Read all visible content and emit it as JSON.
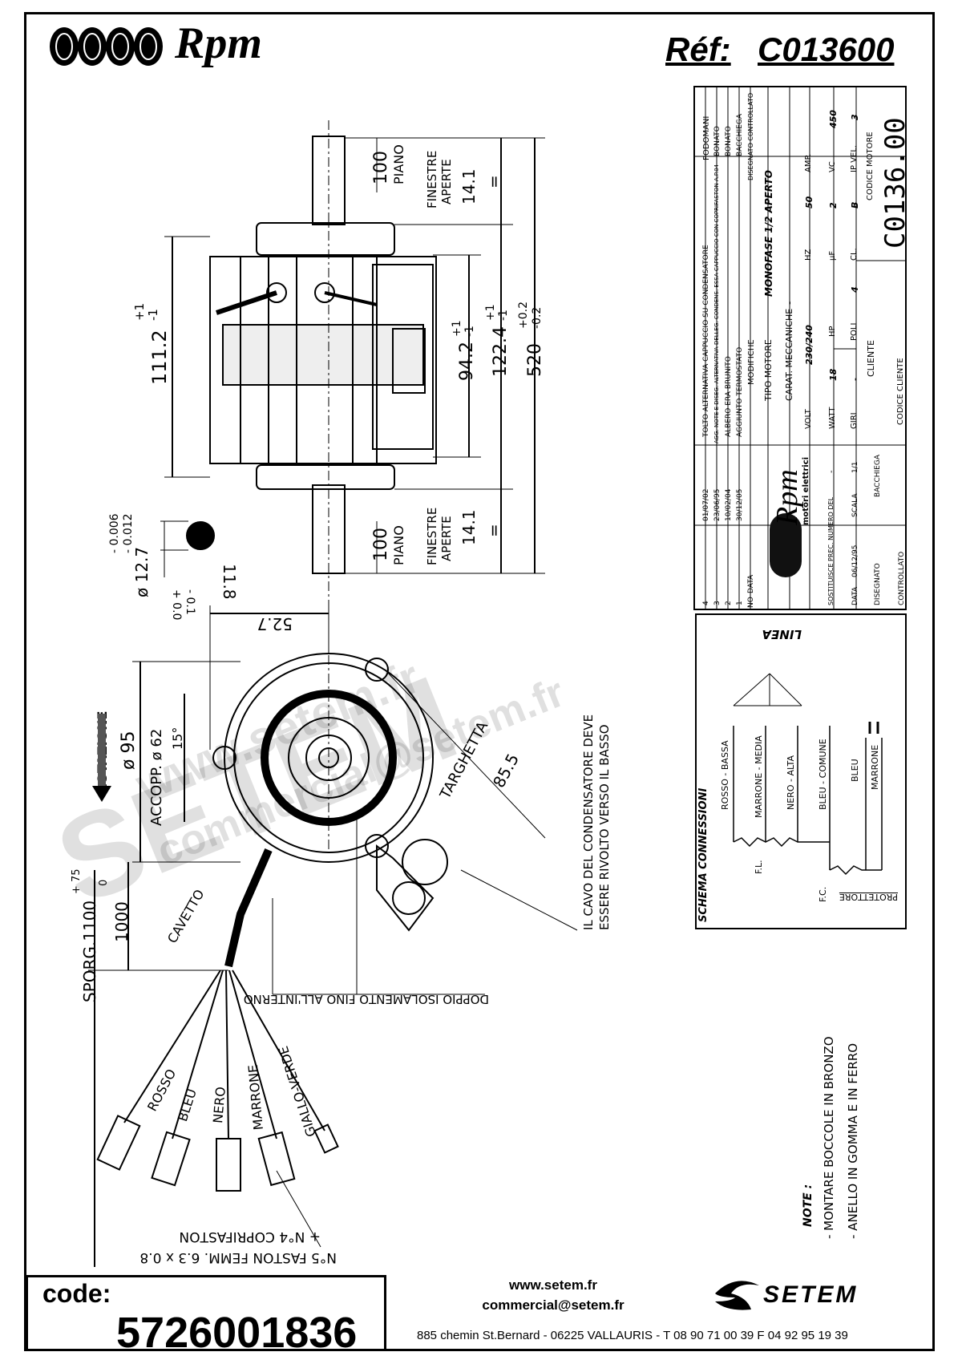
{
  "header": {
    "brand": "Rpm",
    "ref_label": "Réf:",
    "ref_value": "C013600"
  },
  "drawing": {
    "dims": {
      "shaft_len_top": "100",
      "shaft_len_bottom": "100",
      "piano": "PIANO",
      "finestre": "FINESTRE",
      "aperte": "APERTE",
      "d14_top": "14.1",
      "d14_bottom": "14.1",
      "eq": "=",
      "d111": "111.2",
      "d111_tol_plus": "+1",
      "d111_tol_minus": "-1",
      "d94": "94.2",
      "d94_tol_plus": "+1",
      "d94_tol_minus": "-1",
      "d122": "122.4",
      "d122_tol_plus": "+1",
      "d122_tol_minus": "-1",
      "d520": "520",
      "d520_tol_plus": "+0.2",
      "d520_tol_minus": "-0.2",
      "shaft_dia": "ø 12.7",
      "shaft_tol_a": "- 0.006",
      "shaft_tol_b": "- 0.012",
      "flat": "11.8",
      "flat_tol_a": "- 0.1",
      "flat_tol_b": "+ 0.0",
      "d527": "52.7",
      "d95": "ø 95",
      "d62": "ACCOPP. ø 62",
      "angle": "15°",
      "d855": "85.5",
      "rotazione": "ROTAZIONE",
      "targhetta": "TARGHETTA",
      "cavo_note_1": "IL CAVO DEL CONDENSATORE DEVE",
      "cavo_note_2": "ESSERE RIVOLTO VERSO IL BASSO",
      "cavetto": "CAVETTO",
      "d1000": "1000",
      "sporg": "SPORG.1100",
      "sporg_tol_plus": "+ 75",
      "sporg_tol_minus": "0",
      "doppio": "DOPPIO ISOLAMENTO FINO ALL'INTERNO",
      "wires": [
        "ROSSO",
        "BLEU",
        "NERO",
        "MARRONE",
        "GIALLO-VERDE"
      ],
      "faston_1": "+ N°4 COPRIFASTON",
      "faston_2": "N°5 FASTON FEMM. 6.3 x 0.8"
    },
    "watermark": [
      "www.setem.fr",
      "SETEM",
      "commercial@setem.fr"
    ]
  },
  "title_block": {
    "revisions": [
      {
        "no": "4",
        "date": "01/07/02",
        "text": "TOLTO ALTERNATIVA CAPPUCCIO SU CONDENSATORE",
        "by": "PODOMANI"
      },
      {
        "no": "3",
        "date": "23/06/95",
        "text": "AGG. NOTE E DISEG. ALTERNATIVA DELLEG. CONDENS. ESSA CAPPUCCIO CON COPRIFASTON A.P.04",
        "by": "BONATO"
      },
      {
        "no": "2",
        "date": "10/02/04",
        "text": "ALBERO ERA BRUNITO",
        "by": "BONATO"
      },
      {
        "no": "1",
        "date": "30/12/05",
        "text": "AGGIUNTO TERMOSTATO",
        "by": "BACCHIEGA"
      },
      {
        "no": "NO",
        "date": "DATA",
        "text": "MODIFICHE",
        "by": "DISEGNATO CONTROLLATO"
      }
    ],
    "tipo_motore_label": "TIPO MOTORE",
    "tipo_motore": "MONOFASE 1/2 APERTO",
    "carat_label": "CARAT. MECCANICHE",
    "carat_value": "-",
    "volt_label": "VOLT",
    "volt": "230/240",
    "hz_label": "HZ",
    "hz": "50",
    "amp_label": "AMP.",
    "amp": "-",
    "watt_label": "WATT",
    "watt": "18",
    "hp_label": "HP",
    "hp": "-",
    "uf_label": "µF",
    "uf": "2",
    "vc_label": "VC",
    "vc": "450",
    "giri_label": "GIRI",
    "giri": "-",
    "poli_label": "POLI",
    "poli": "4",
    "cl_label": "CL.",
    "cl": "B",
    "ip_label": "IP VEL.",
    "ip": "3",
    "cliente_label": "CLIENTE",
    "codice_motore_label": "CODICE MOTORE",
    "codice_motore": "C0136.00",
    "codice_cliente_label": "CODICE CLIENTE",
    "logo_text": "Rpm",
    "logo_sub": "motori elettrici",
    "sostituisce_label": "SOSTITUISCE PREC. NUMERO DEL",
    "sostituisce": "-",
    "data_label": "DATA",
    "data": "06/12/95",
    "scala_label": "SCALA",
    "scala": "1/1",
    "disegnato_label": "DISEGNATO",
    "disegnato": "BACCHIEGA",
    "controllato_label": "CONTROLLATO"
  },
  "schema": {
    "title": "SCHEMA CONNESSIONI",
    "linea": "LINEA",
    "wires": [
      "ROSSO - BASSA",
      "MARRONE - MEDIA",
      "NERO - ALTA",
      "BLEU - COMUNE",
      "BLEU",
      "MARRONE"
    ],
    "fl": "F.L.",
    "fc": "F.C.",
    "protettore": "PROTETTORE"
  },
  "notes": {
    "title": "NOTE :",
    "lines": [
      "- MONTARE BOCCOLE IN BRONZO",
      "- ANELLO IN GOMMA E IN FERRO"
    ]
  },
  "footer": {
    "code_label": "code:",
    "code_value": "5726001836",
    "web": "www.setem.fr",
    "email": "commercial@setem.fr",
    "address": "885 chemin St.Bernard  -  06225 VALLAURIS  -  T 08 90 71 00 39   F 04 92 95 19 39",
    "setem_brand": "SETEM"
  }
}
